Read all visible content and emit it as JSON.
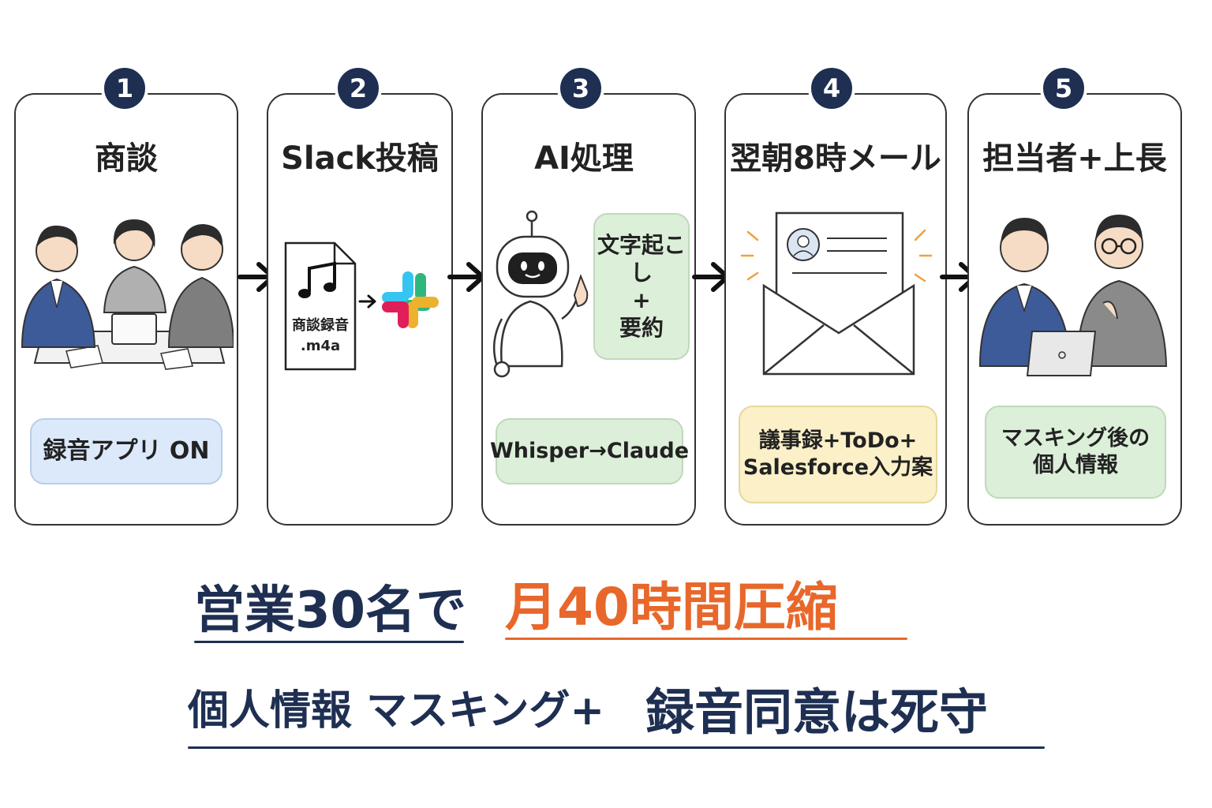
{
  "steps": [
    {
      "number": "1",
      "title": "商談",
      "label": "録音アプリ ON"
    },
    {
      "number": "2",
      "title": "Slack投稿",
      "file_label_1": "商談録音",
      "file_label_2": ".m4a"
    },
    {
      "number": "3",
      "title": "AI処理",
      "bubble_1": "文字起こし",
      "bubble_2": "+",
      "bubble_3": "要約",
      "label": "Whisper→Claude"
    },
    {
      "number": "4",
      "title": "翌朝8時メール",
      "label_1": "議事録+ToDo+",
      "label_2": "Salesforce入力案"
    },
    {
      "number": "5",
      "title": "担当者+上長",
      "label_1": "マスキング後の",
      "label_2": "個人情報"
    }
  ],
  "summary": {
    "line1_left": "営業30名で",
    "line1_right": "月40時間圧縮",
    "line2_left": "個人情報 マスキング+",
    "line2_right": "録音同意は死守"
  },
  "colors": {
    "navy": "#1e2f52",
    "accent_orange": "#e8672a",
    "label_blue": "#dbe9fb",
    "label_green": "#dcefd9",
    "label_yellow": "#fbf0c8"
  }
}
